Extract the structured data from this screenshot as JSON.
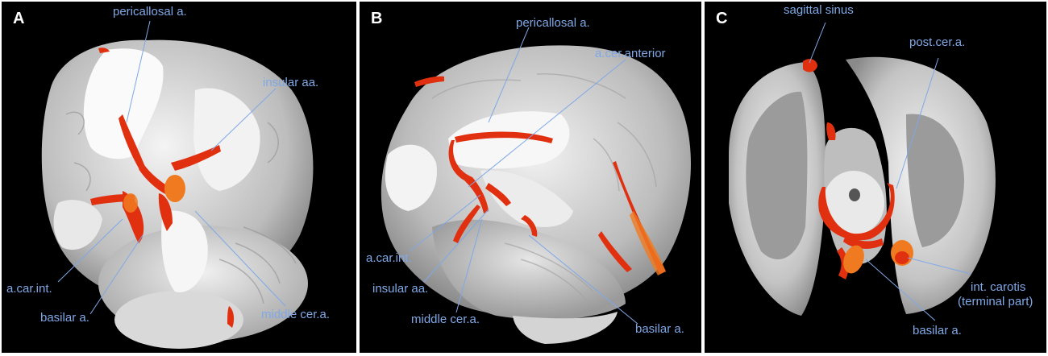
{
  "panels": [
    {
      "letter": "A",
      "labels": {
        "pericallosal": "pericallosal a.",
        "insular": "insular aa.",
        "car_int": "a.car.int.",
        "basilar": "basilar a.",
        "middle_cer": "middle cer.a."
      }
    },
    {
      "letter": "B",
      "labels": {
        "pericallosal": "pericallosal a.",
        "cer_anterior": "a.cer.anterior",
        "car_int": "a.car.int.",
        "insular": "insular aa.",
        "middle_cer": "middle cer.a.",
        "basilar": "basilar a."
      }
    },
    {
      "letter": "C",
      "labels": {
        "sagittal_sinus": "sagittal sinus",
        "post_cer": "post.cer.a.",
        "int_carotis_1": "int. carotis",
        "int_carotis_2": "(terminal part)",
        "basilar": "basilar a."
      }
    }
  ],
  "colors": {
    "background": "#000000",
    "label": "#7fa8e6",
    "vessel": "#e0300f",
    "vessel_highlight": "#f07a20",
    "brain_light": "#ededed",
    "brain_dark": "#8a8a8a"
  }
}
